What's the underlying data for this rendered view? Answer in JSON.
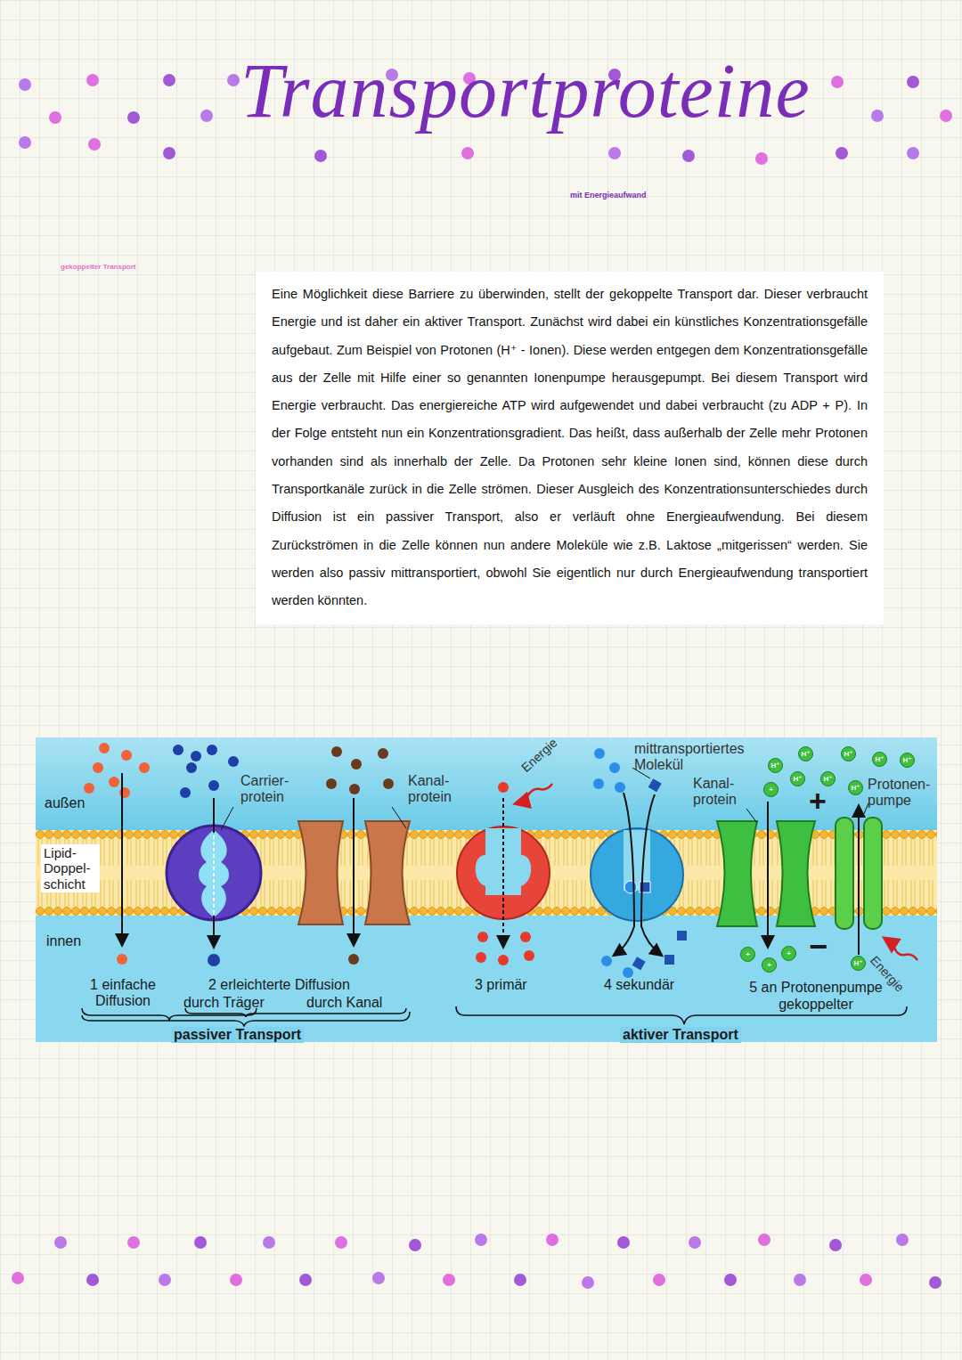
{
  "diagram": {
    "title": "Transportproteine",
    "nodes": [
      {
        "text": [
          "Eine Möglichkeit diese Barriere zu überwinden, stellt der gekoppelte Transport dar. Dieser verbraucht Energie und ist daher ein aktiver Transport. Zunächst wird dabei ein künstliches Konzentrationsgefälle aufgebaut. Zum Beispiel von Protonen (H⁺ - Ionen). Diese werden entgegen dem Konzentrationsgefälle aus der Zelle mit Hilfe einer so genannten Ionenpumpe herausgepumpt. Bei diesem Transport wird Energie verbraucht. Das energiereiche ATP wird aufgewendet und dabei verbraucht (zu ADP + P). In der Folge entsteht nun ein Konzentrationsgradient. Das heißt, dass außerhalb der Zelle mehr Protonen vorhanden sind als innerhalb der Zelle. Da Protonen sehr kleine Ionen sind, können diese durch Transportkanäle zurück in die Zelle strömen. Dieser Ausgleich des Konzentrationsunterschiedes durch Diffusion ist ein passiver Transport, also er verläuft ohne Energieaufwendung. Bei diesem Zurückströmen in die Zelle können nun andere Moleküle wie z.B. Laktose „mitgerissen“ werden. Sie werden also passiv mittransportiert, obwohl Sie eigentlich nur durch Energieaufwendung transportiert werden könnten."
        ]
      }
    ],
    "labels": [
      "mit Energieaufwand",
      "gekoppelter Transport",
      "außen",
      "Lipid- Doppel- schicht",
      "innen",
      "Carrier- protein",
      "Kanal- protein",
      "Energie",
      "mittransportiertes Molekül",
      "Kanal- protein",
      "Protonen- pumpe",
      "H⁺",
      "H⁺",
      "H⁺",
      "H⁺",
      "H⁺",
      "H⁺",
      "H⁺",
      "H⁺",
      "+",
      "+",
      "H⁺",
      "+",
      "+",
      "+",
      "−",
      "Energie",
      "1 einfache Diffusion",
      "2 erleichterte Diffusion",
      "durch Träger",
      "durch Kanal",
      "passiver Transport",
      "3 primär",
      "4 sekundär",
      "5 an Protonenpumpe gekoppelter",
      "aktiver Transport"
    ]
  }
}
